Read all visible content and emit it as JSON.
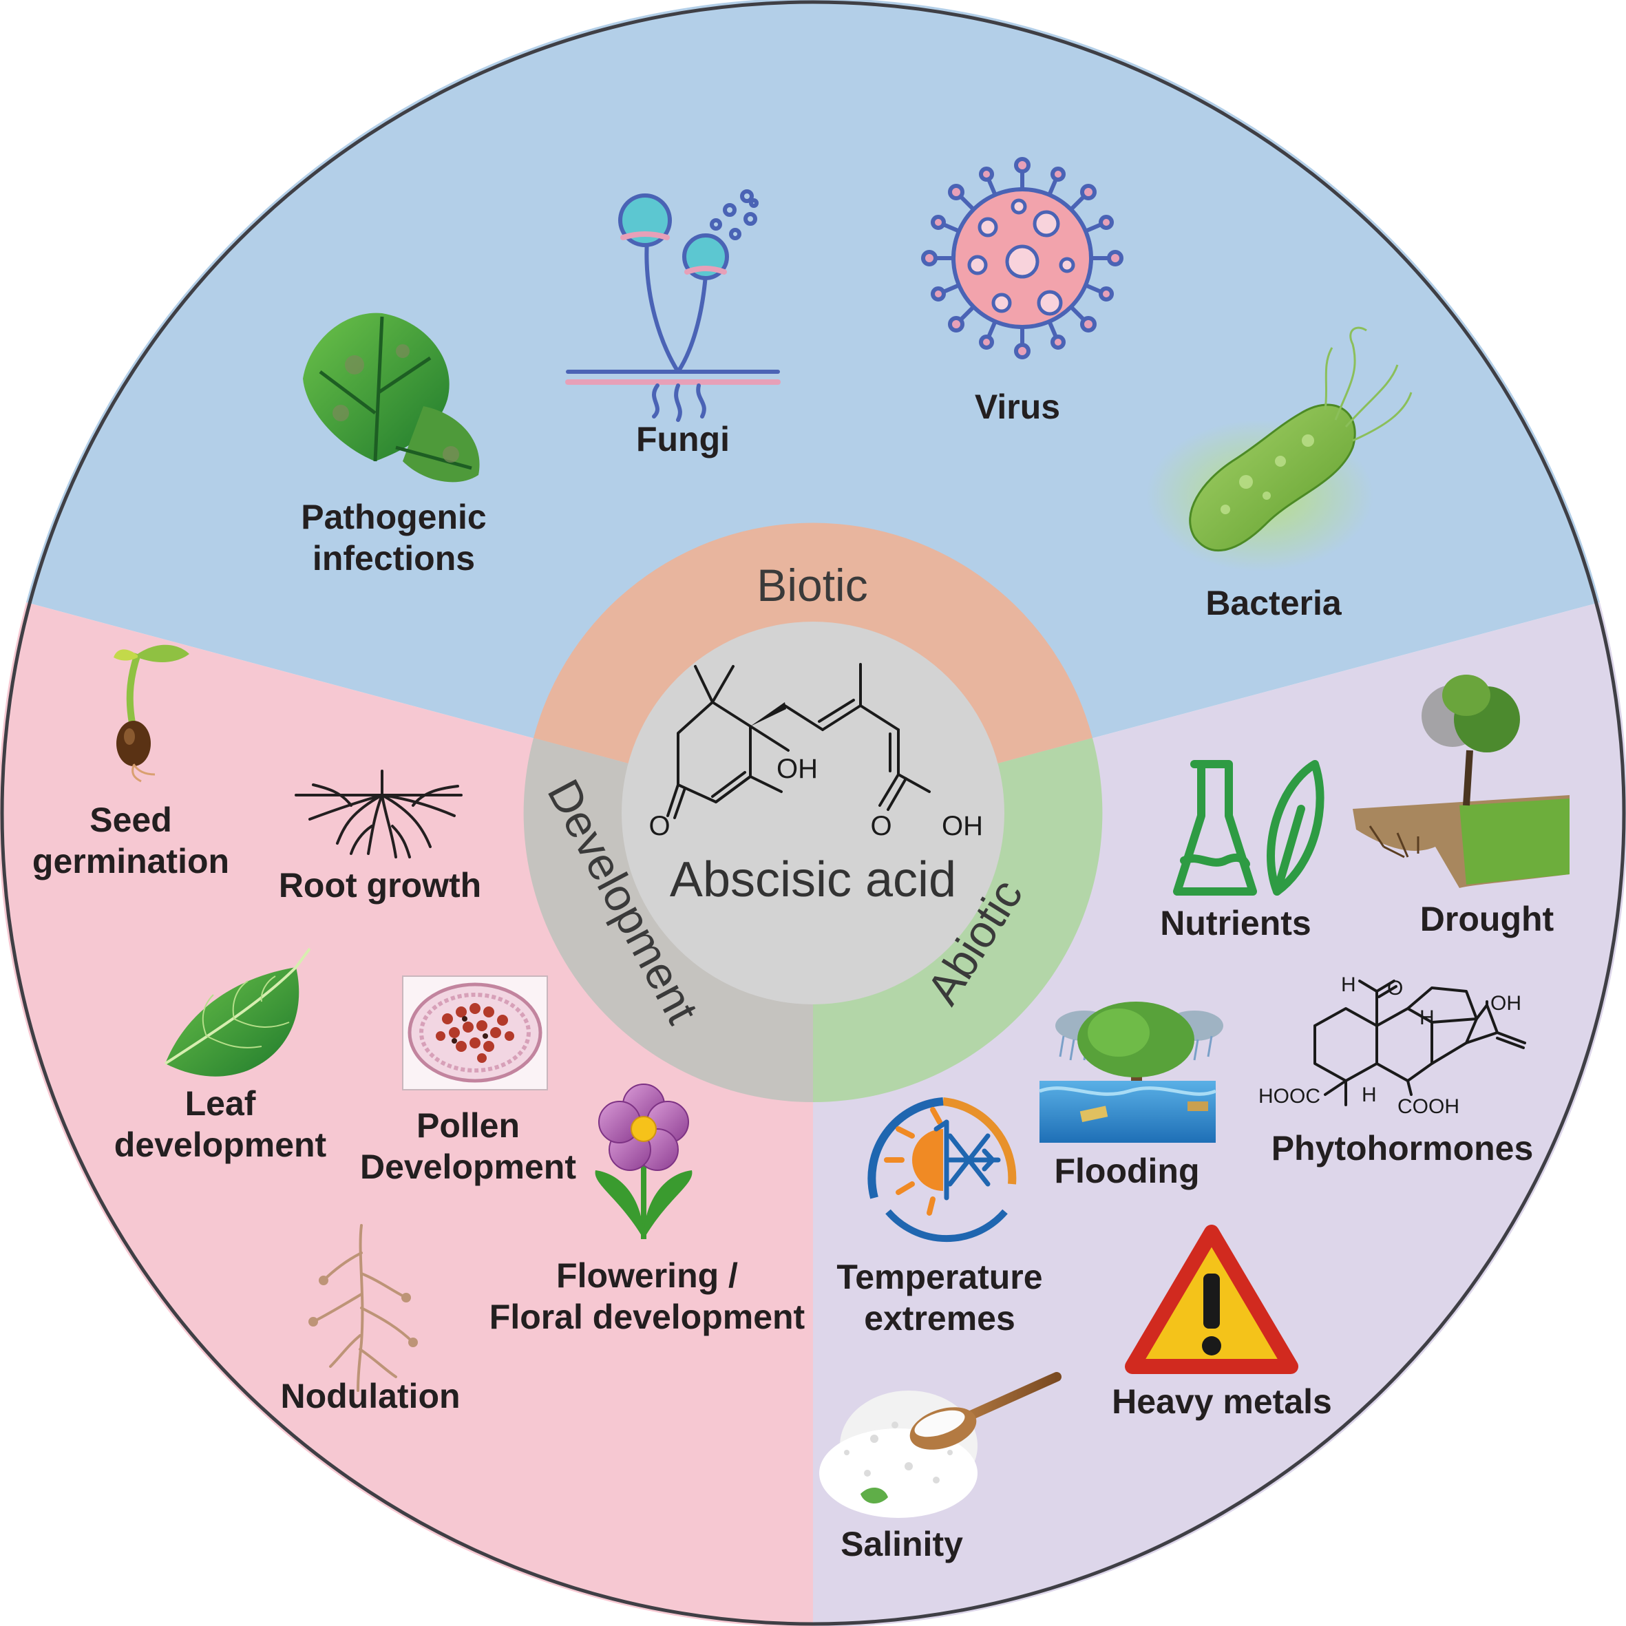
{
  "colors": {
    "biotic_sector": "#b3cfe8",
    "development_sector": "#f6c8d2",
    "abiotic_sector": "#ddd6ea",
    "biotic_ring": "#e8b59e",
    "development_ring": "#c5c3bf",
    "abiotic_ring": "#b3d6a8",
    "center_disc": "#d3d3d3",
    "outline": "#3f3f45"
  },
  "center": {
    "title": "Abscisic acid",
    "atoms": {
      "oh_ring": "OH",
      "o_ketone": "O",
      "o_acid": "O",
      "oh_acid": "OH"
    }
  },
  "ring": {
    "biotic": "Biotic",
    "development": "Development",
    "abiotic": "Abiotic"
  },
  "biotic": {
    "pathogenic_1": "Pathogenic",
    "pathogenic_2": "infections",
    "fungi": "Fungi",
    "virus": "Virus",
    "bacteria": "Bacteria"
  },
  "development": {
    "seed_1": "Seed",
    "seed_2": "germination",
    "root": "Root growth",
    "leaf_1": "Leaf",
    "leaf_2": "development",
    "pollen_1": "Pollen",
    "pollen_2": "Development",
    "flowering_1": "Flowering /",
    "flowering_2": "Floral development",
    "nodulation": "Nodulation"
  },
  "abiotic": {
    "nutrients": "Nutrients",
    "drought": "Drought",
    "flooding": "Flooding",
    "phytohormones": "Phytohormones",
    "temperature_1": "Temperature",
    "temperature_2": "extremes",
    "heavy_metals": "Heavy metals",
    "salinity": "Salinity",
    "gibberellin_atoms": {
      "h_ald": "H",
      "o_ald": "O",
      "oh": "OH",
      "h1": "H",
      "h2": "H",
      "hooc": "HOOC",
      "cooh": "COOH"
    }
  },
  "icons": {
    "pathogenic": "infected-leaf-icon",
    "fungi": "fungi-icon",
    "virus": "virus-icon",
    "bacteria": "bacteria-icon",
    "seed": "sprouting-seed-icon",
    "root": "root-icon",
    "leaf": "leaf-icon",
    "pollen": "pollen-micrograph-icon",
    "flower": "flower-icon",
    "nodulation": "nodulated-root-icon",
    "nutrients": "flask-leaf-icon",
    "drought": "drought-tree-icon",
    "flooding": "flooding-tree-icon",
    "phytohormone": "gibberellin-structure-icon",
    "temperature": "sun-snowflake-icon",
    "heavy_metals": "warning-triangle-icon",
    "salinity": "salt-spoon-icon"
  }
}
